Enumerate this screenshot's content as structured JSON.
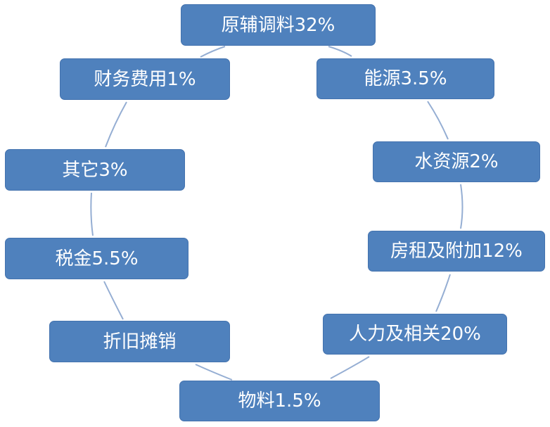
{
  "nodes": [
    {
      "id": "raw",
      "label": "原辅调料32%"
    },
    {
      "id": "energy",
      "label": "能源3.5%"
    },
    {
      "id": "water",
      "label": "水资源2%"
    },
    {
      "id": "rent",
      "label": "房租及附加12%"
    },
    {
      "id": "staff",
      "label": "人力及相关20%"
    },
    {
      "id": "material",
      "label": "物料1.5%"
    },
    {
      "id": "deprec",
      "label": "折旧摊销"
    },
    {
      "id": "tax",
      "label": "税金5.5%"
    },
    {
      "id": "other",
      "label": "其它3%"
    },
    {
      "id": "finance",
      "label": "财务费用1%"
    }
  ],
  "colors": {
    "node_fill": "#4f81bd",
    "node_border": "#4372ae",
    "node_text": "#ffffff",
    "ring": "#95aed3"
  }
}
